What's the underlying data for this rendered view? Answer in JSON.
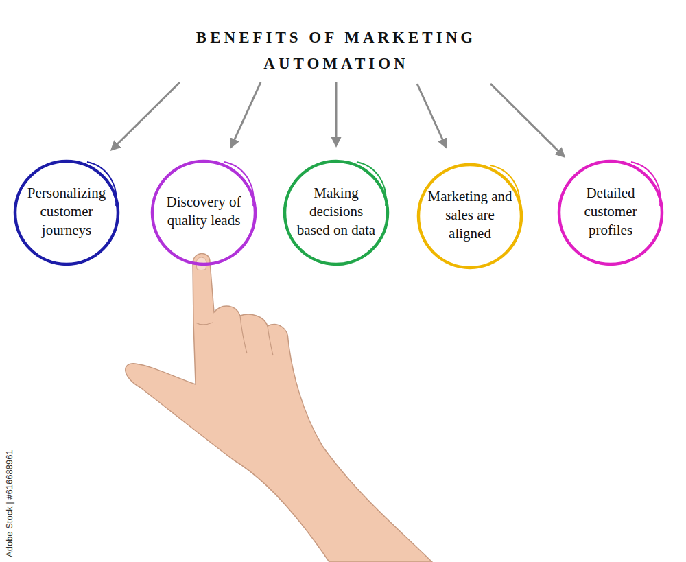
{
  "diagram": {
    "title": "BENEFITS OF MARKETING AUTOMATION",
    "nodes": [
      {
        "text": [
          "Personalizing customer journeys"
        ]
      },
      {
        "text": [
          "Discovery of quality leads"
        ]
      },
      {
        "text": [
          "Making decisions based on data"
        ]
      },
      {
        "text": [
          "Marketing and sales are aligned"
        ]
      },
      {
        "text": [
          "Detailed customer profiles"
        ]
      }
    ],
    "labels": [
      "Adobe Stock | #616688961"
    ]
  }
}
